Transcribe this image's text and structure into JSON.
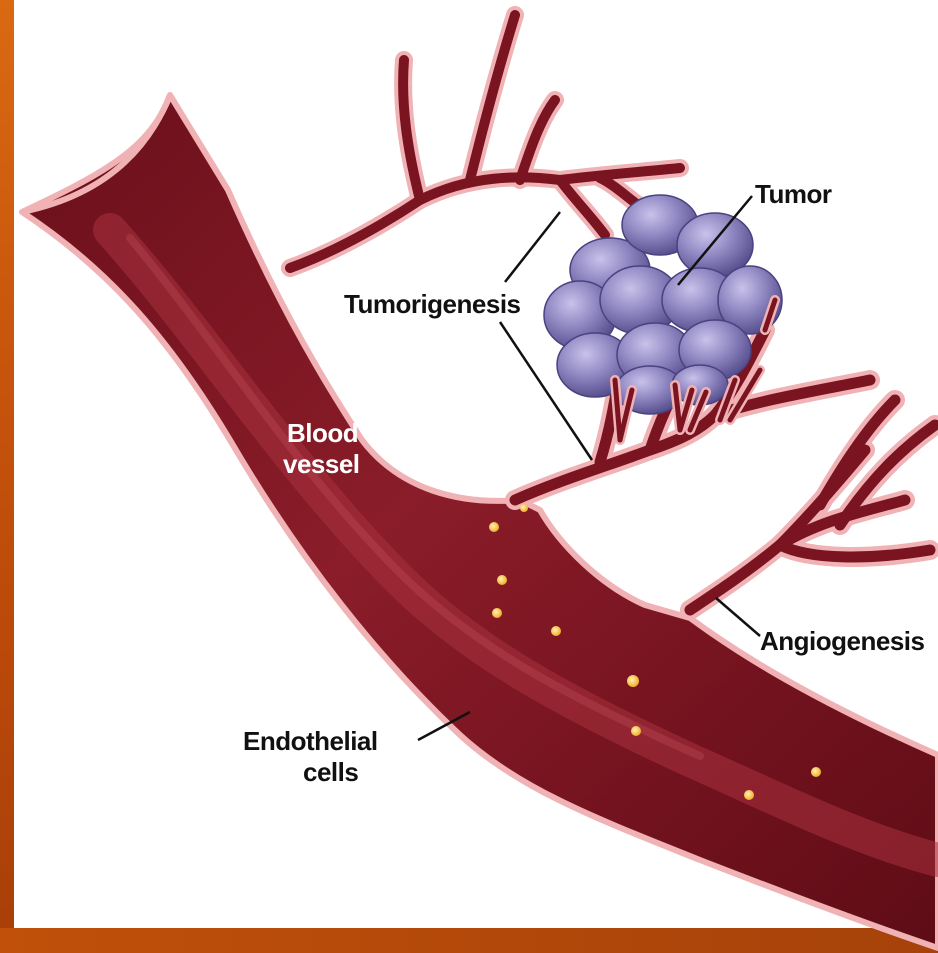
{
  "labels": {
    "tumor": "Tumor",
    "tumorigenesis": "Tumorigenesis",
    "blood_vessel_line1": "Blood",
    "blood_vessel_line2": "vessel",
    "angiogenesis": "Angiogenesis",
    "endothelial_line1": "Endothelial",
    "endothelial_line2": "cells"
  },
  "colors": {
    "vessel": "#7a1420",
    "vessel_highlight": "#a8323e",
    "vessel_outline": "#f0b2b4",
    "tumor": "#8f86c2",
    "tumor_shadow": "#5e5694",
    "cell_dot": "#f5c14a",
    "frame_orange": "#c8560c",
    "label_text": "#111111"
  }
}
